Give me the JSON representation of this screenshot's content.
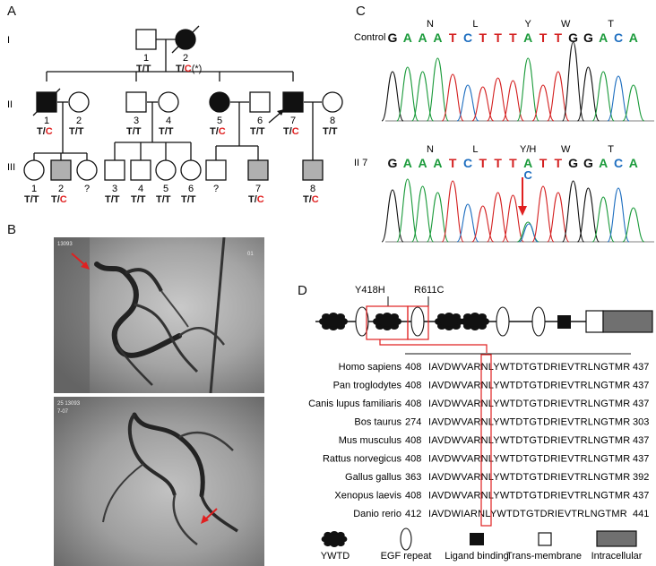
{
  "panels": {
    "a": "A",
    "b": "B",
    "c": "C",
    "d": "D"
  },
  "pedigree": {
    "generations": [
      "I",
      "II",
      "III"
    ],
    "individuals": [
      {
        "id": "I-1",
        "num": "1",
        "geno_a": "T/",
        "geno_b": "T",
        "sex": "male",
        "affected": false,
        "deceased": false,
        "proband": false,
        "first_red": false,
        "second_red": false
      },
      {
        "id": "I-2",
        "num": "2",
        "geno_a": "T/",
        "geno_b": "C",
        "mark": "(*)",
        "sex": "female",
        "affected": true,
        "deceased": true,
        "proband": false,
        "first_red": false,
        "second_red": true
      },
      {
        "id": "II-1",
        "num": "1",
        "geno_a": "T/",
        "geno_b": "C",
        "sex": "male",
        "affected": true,
        "deceased": true,
        "proband": false,
        "first_red": false,
        "second_red": true
      },
      {
        "id": "II-2",
        "num": "2",
        "geno_a": "T/",
        "geno_b": "T",
        "sex": "female",
        "affected": false,
        "deceased": false,
        "proband": false,
        "first_red": false,
        "second_red": false
      },
      {
        "id": "II-3",
        "num": "3",
        "geno_a": "T/",
        "geno_b": "T",
        "sex": "male",
        "affected": false,
        "deceased": false,
        "proband": false,
        "first_red": false,
        "second_red": false
      },
      {
        "id": "II-4",
        "num": "4",
        "geno_a": "T/",
        "geno_b": "T",
        "sex": "female",
        "affected": false,
        "deceased": false,
        "proband": false,
        "first_red": false,
        "second_red": false
      },
      {
        "id": "II-5",
        "num": "5",
        "geno_a": "T/",
        "geno_b": "C",
        "sex": "female",
        "affected": true,
        "deceased": false,
        "proband": false,
        "first_red": false,
        "second_red": true
      },
      {
        "id": "II-6",
        "num": "6",
        "geno_a": "T/",
        "geno_b": "T",
        "sex": "male",
        "affected": false,
        "deceased": false,
        "proband": false,
        "first_red": false,
        "second_red": false
      },
      {
        "id": "II-7",
        "num": "7",
        "geno_a": "T/",
        "geno_b": "C",
        "sex": "male",
        "affected": true,
        "deceased": false,
        "proband": true,
        "first_red": false,
        "second_red": true
      },
      {
        "id": "II-8",
        "num": "8",
        "geno_a": "T/",
        "geno_b": "T",
        "sex": "female",
        "affected": false,
        "deceased": false,
        "proband": false,
        "first_red": false,
        "second_red": false
      },
      {
        "id": "III-1",
        "num": "1",
        "geno_a": "T/",
        "geno_b": "T",
        "sex": "female",
        "affected": false,
        "deceased": false,
        "proband": false,
        "first_red": false,
        "second_red": false
      },
      {
        "id": "III-2",
        "num": "2",
        "geno_a": "T/",
        "geno_b": "C",
        "sex": "male",
        "affected": "gray",
        "deceased": false,
        "proband": false,
        "first_red": false,
        "second_red": true
      },
      {
        "id": "III-q1",
        "num": "?",
        "geno_a": "",
        "geno_b": "",
        "sex": "female",
        "affected": false,
        "deceased": false,
        "proband": false,
        "first_red": false,
        "second_red": false
      },
      {
        "id": "III-3",
        "num": "3",
        "geno_a": "T/",
        "geno_b": "T",
        "sex": "male",
        "affected": false,
        "deceased": false,
        "proband": false,
        "first_red": false,
        "second_red": false
      },
      {
        "id": "III-4",
        "num": "4",
        "geno_a": "T/",
        "geno_b": "T",
        "sex": "male",
        "affected": false,
        "deceased": false,
        "proband": false,
        "first_red": false,
        "second_red": false
      },
      {
        "id": "III-5",
        "num": "5",
        "geno_a": "T/",
        "geno_b": "T",
        "sex": "female",
        "affected": false,
        "deceased": false,
        "proband": false,
        "first_red": false,
        "second_red": false
      },
      {
        "id": "III-6",
        "num": "6",
        "geno_a": "T/",
        "geno_b": "T",
        "sex": "female",
        "affected": false,
        "deceased": false,
        "proband": false,
        "first_red": false,
        "second_red": false
      },
      {
        "id": "III-q2",
        "num": "?",
        "geno_a": "",
        "geno_b": "",
        "sex": "male",
        "affected": false,
        "deceased": false,
        "proband": false,
        "first_red": false,
        "second_red": false
      },
      {
        "id": "III-7",
        "num": "7",
        "geno_a": "T/",
        "geno_b": "C",
        "sex": "male",
        "affected": "gray",
        "deceased": false,
        "proband": false,
        "first_red": false,
        "second_red": true
      },
      {
        "id": "III-8",
        "num": "8",
        "geno_a": "T/",
        "geno_b": "C",
        "sex": "male",
        "affected": "gray",
        "deceased": false,
        "proband": false,
        "first_red": false,
        "second_red": true
      }
    ]
  },
  "sequencing": {
    "rows": [
      {
        "label": "Control",
        "aa": [
          "N",
          "L",
          "Y",
          "W",
          "T"
        ],
        "bases": [
          "G",
          "A",
          "A",
          "A",
          "T",
          "C",
          "T",
          "T",
          "T",
          "A",
          "T",
          "T",
          "G",
          "G",
          "A",
          "C",
          "A"
        ],
        "het_label": ""
      },
      {
        "label": "II 7",
        "aa": [
          "N",
          "L",
          "Y/H",
          "W",
          "T"
        ],
        "bases": [
          "G",
          "A",
          "A",
          "A",
          "T",
          "C",
          "T",
          "T",
          "T",
          "A",
          "T",
          "T",
          "G",
          "G",
          "A",
          "C",
          "A"
        ],
        "het_label": "C"
      }
    ],
    "base_colors": {
      "A": "#1a9a3a",
      "T": "#d42020",
      "C": "#1f6fc0",
      "G": "#111111"
    }
  },
  "angiography": {
    "image1_overlay": [
      "13093",
      "01"
    ],
    "image2_overlay": [
      "25 13093",
      "7-07"
    ]
  },
  "domain": {
    "mutation_labels": [
      "Y418H",
      "R611C"
    ],
    "species": [
      {
        "name": "Homo sapiens",
        "start": "408",
        "before": "IAVDWVARNL",
        "highlight": "Y",
        "after": "WTDTGTDRIEVTRLNGTMR",
        "end": "437"
      },
      {
        "name": "Pan troglodytes",
        "start": "408",
        "before": "IAVDWVARNL",
        "highlight": "Y",
        "after": "WTDTGTDRIEVTRLNGTMR",
        "end": "437"
      },
      {
        "name": "Canis lupus familiaris",
        "start": "408",
        "before": "IAVDWVARNL",
        "highlight": "Y",
        "after": "WTDTGTDRIEVTRLNGTMR",
        "end": "437"
      },
      {
        "name": "Bos taurus",
        "start": "274",
        "before": "IAVDWVARNL",
        "highlight": "Y",
        "after": "WTDTGTDRIEVTRLNGTMR",
        "end": "303"
      },
      {
        "name": "Mus musculus",
        "start": "408",
        "before": "IAVDWVARNL",
        "highlight": "Y",
        "after": "WTDTGTDRIEVTRLNGTMR",
        "end": "437"
      },
      {
        "name": "Rattus norvegicus",
        "start": "408",
        "before": "IAVDWVARNL",
        "highlight": "Y",
        "after": "WTDTGTDRIEVTRLNGTMR",
        "end": "437"
      },
      {
        "name": "Gallus gallus",
        "start": "363",
        "before": "IAVDWVARNL",
        "highlight": "Y",
        "after": "WTDTGTDRIEVTRLNGTMR",
        "end": "392"
      },
      {
        "name": "Xenopus laevis",
        "start": "408",
        "before": "IAVDWVARNL",
        "highlight": "Y",
        "after": "WTDTGTDRIEVTRLNGTMR",
        "end": "437"
      },
      {
        "name": "Danio rerio",
        "start": "412",
        "before": "IAVDWIARNL",
        "highlight": "Y",
        "after": "WTDTGTDRIEVTRLNGTMR",
        "end": "441"
      }
    ],
    "legend": [
      "YWTD",
      "EGF repeat",
      "Ligand binding",
      "Trans-membrane",
      "Intracellular"
    ]
  },
  "colors": {
    "red": "#e02020",
    "gray": "#b0b0b0",
    "darkgray": "#707070"
  }
}
